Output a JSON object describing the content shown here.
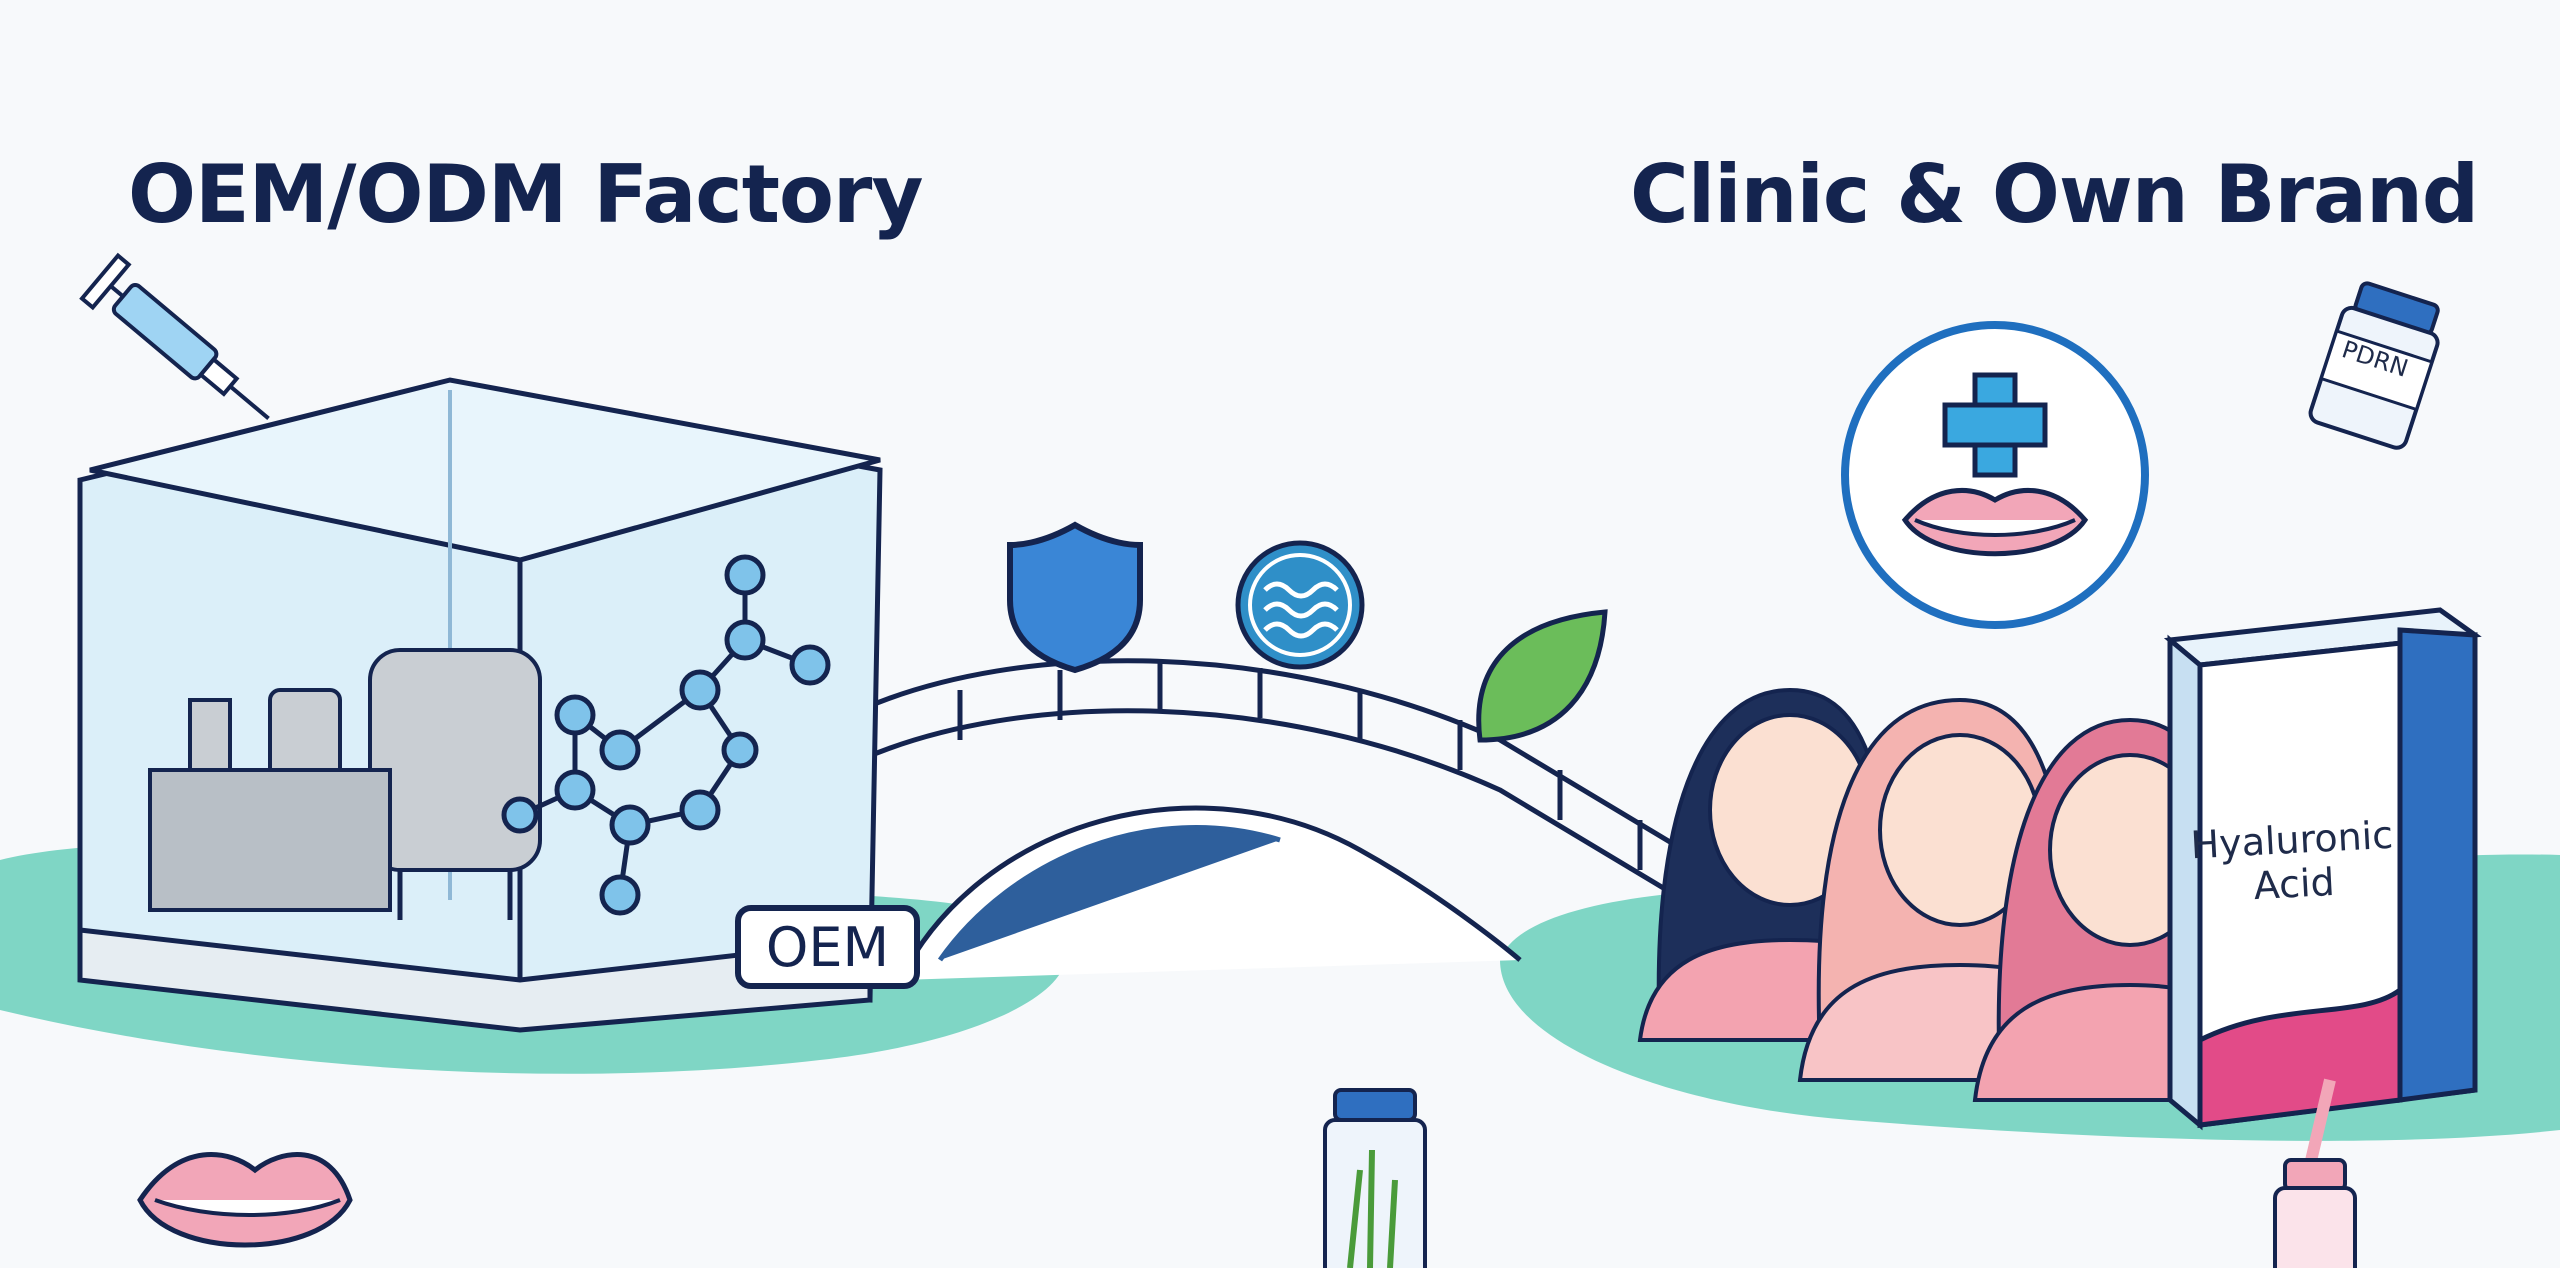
{
  "headings": {
    "left": "OEM/ODM Factory",
    "right": "Clinic & Own Brand"
  },
  "labels": {
    "oem_tag": "OEM",
    "box_line1": "Hyaluronic",
    "box_line2": "Acid",
    "vial": "PDRN"
  },
  "icons": [
    "syringe-icon",
    "shield-icon",
    "water-icon",
    "leaf-icon",
    "medical-cross-icon",
    "lips-icon",
    "vial-icon",
    "molecule-icon"
  ],
  "colors": {
    "navy": "#14244f",
    "teal": "#72d2c0",
    "blue": "#2a7fcf",
    "glass": "#cfe9f7",
    "pink": "#f2a6b8"
  }
}
